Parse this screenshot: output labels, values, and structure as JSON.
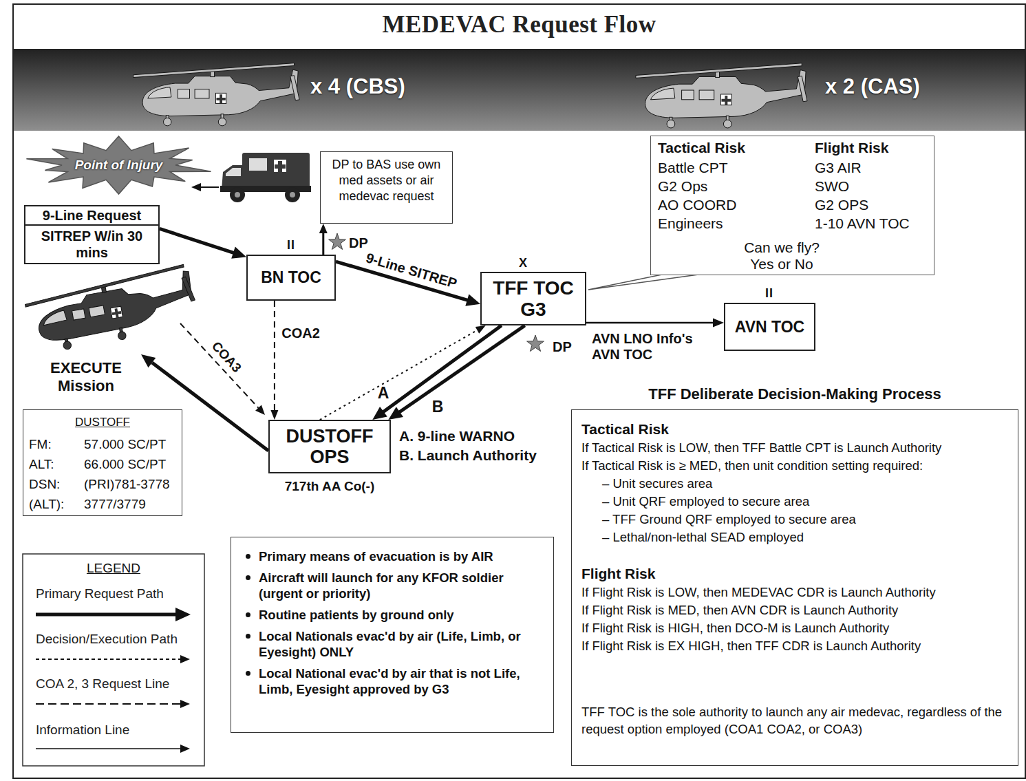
{
  "diagram": {
    "title": "MEDEVAC Request Flow",
    "nodes": [
      {
        "text": [
          "x 4 (CBS)",
          "x 2 (CAS)"
        ]
      },
      {
        "text": [
          "Point of Injury"
        ]
      },
      {
        "text": [
          "DP to BAS use own med assets or air medevac request"
        ]
      },
      {
        "text": [
          "Tactical Risk",
          "Battle CPT",
          "G2 Ops",
          "AO COORD",
          "Engineers",
          "Flight Risk",
          "G3 AIR",
          "SWO",
          "G2 OPS",
          "1-10 AVN TOC",
          "Can we fly? Yes or No"
        ]
      },
      {
        "text": [
          "9-Line Request",
          "SITREP W/in 30 mins"
        ]
      },
      {
        "text": [
          "BN TOC"
        ]
      },
      {
        "text": [
          "TFF TOC G3"
        ]
      },
      {
        "text": [
          "AVN TOC"
        ]
      },
      {
        "text": [
          "DUSTOFF OPS",
          "717th AA Co(-)"
        ]
      },
      {
        "text": [
          "DUSTOFF",
          "FM:",
          "57.000 SC/PT",
          "ALT:",
          "66.000 SC/PT",
          "DSN:",
          "(PRI)781-3778",
          "(ALT):",
          "3777/3779"
        ]
      },
      {
        "text": [
          "Primary means of evacuation is by AIR",
          "Aircraft will launch for any KFOR soldier (urgent or priority)",
          "Routine patients by ground only",
          "Local Nationals evac'd by air (Life, Limb, or Eyesight) ONLY",
          "Local National evac'd by air that is not Life, Limb, Eyesight approved by G3"
        ]
      },
      {
        "text": [
          "TFF Deliberate Decision-Making Process",
          "Tactical Risk",
          "If Tactical Risk is LOW, then TFF Battle CPT is Launch Authority",
          "If Tactical Risk is ≥ MED, then unit condition setting required:",
          "– Unit secures area",
          "– Unit QRF employed to secure area",
          "– TFF Ground QRF employed to secure area",
          "– Lethal/non-lethal SEAD employed",
          "Flight Risk",
          "If Flight Risk is LOW, then MEDEVAC CDR is Launch Authority",
          "If Flight Risk is MED, then AVN CDR is Launch Authority",
          "If Flight Risk is HIGH, then DCO-M is Launch Authority",
          "If Flight Risk is EX HIGH, then TFF CDR is Launch Authority",
          "TFF TOC is the sole authority to launch any air medevac, regardless of the request option employed (COA1 COA2, or COA3)"
        ]
      }
    ],
    "edges": [
      {
        "from": 4,
        "to": 5,
        "arrow": "to"
      },
      {
        "from": 5,
        "to": 2,
        "label": "DP",
        "arrow": "to"
      },
      {
        "from": 5,
        "to": 6,
        "label": "9-Line SITREP",
        "arrow": "to"
      },
      {
        "from": 5,
        "to": 8,
        "label": "COA2",
        "arrow": "to"
      },
      {
        "from": 8,
        "to": 6,
        "arrow": "to"
      },
      {
        "from": 6,
        "to": 8,
        "label": "A",
        "arrow": "to"
      },
      {
        "from": 6,
        "to": 8,
        "label": "B",
        "arrow": "to"
      },
      {
        "from": 6,
        "to": 7,
        "label": "AVN LNO Info's AVN TOC",
        "arrow": "to"
      }
    ],
    "labels": [
      "II",
      "X",
      "II",
      "DP",
      "EXECUTE Mission",
      "COA3",
      "A. 9-line WARNO",
      "B. Launch Authority",
      "LEGEND"
    ],
    "legend": [
      {
        "text": "Primary Request Path"
      },
      {
        "text": "Decision/Execution Path"
      },
      {
        "text": "COA 2, 3 Request Line"
      },
      {
        "text": "Information Line"
      }
    ]
  }
}
